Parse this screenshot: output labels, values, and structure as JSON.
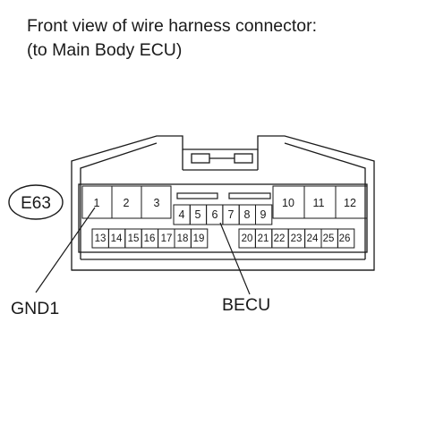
{
  "caption": {
    "line1": "Front view of wire harness connector:",
    "line2": "(to Main Body ECU)"
  },
  "connector": {
    "id": "E63",
    "top_left_pins": [
      "1",
      "2",
      "3"
    ],
    "top_mid_pins": [
      "4",
      "5",
      "6",
      "7",
      "8",
      "9"
    ],
    "top_right_pins": [
      "10",
      "11",
      "12"
    ],
    "bottom_left_pins": [
      "13",
      "14",
      "15",
      "16",
      "17",
      "18",
      "19"
    ],
    "bottom_right_pins": [
      "20",
      "21",
      "22",
      "23",
      "24",
      "25",
      "26"
    ]
  },
  "callouts": {
    "gnd1": {
      "label": "GND1",
      "pin": "1"
    },
    "becu": {
      "label": "BECU",
      "pin": "6"
    }
  }
}
